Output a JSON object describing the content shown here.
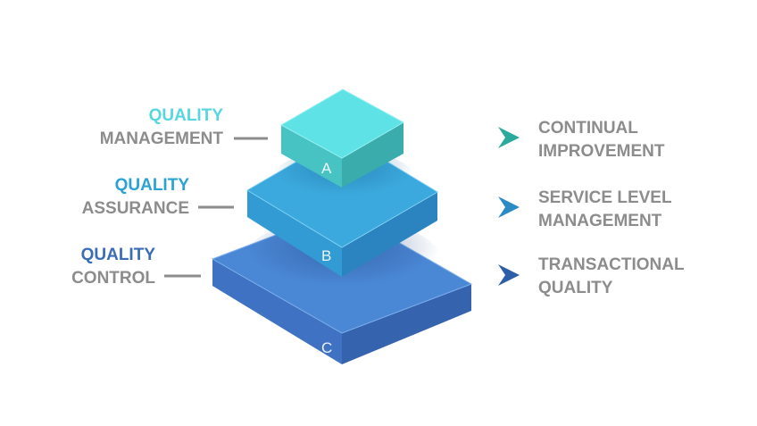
{
  "levels": [
    {
      "id": "A",
      "title": "QUALITY",
      "subtitle": "MANAGEMENT",
      "outcome": [
        "CONTINUAL",
        "IMPROVEMENT"
      ],
      "accent": "#55d6e0"
    },
    {
      "id": "B",
      "title": "QUALITY",
      "subtitle": "ASSURANCE",
      "outcome": [
        "SERVICE LEVEL",
        "MANAGEMENT"
      ],
      "accent": "#2aa3d4"
    },
    {
      "id": "C",
      "title": "QUALITY",
      "subtitle": "CONTROL",
      "outcome": [
        "TRANSACTIONAL",
        "QUALITY"
      ],
      "accent": "#3a6db5"
    }
  ]
}
